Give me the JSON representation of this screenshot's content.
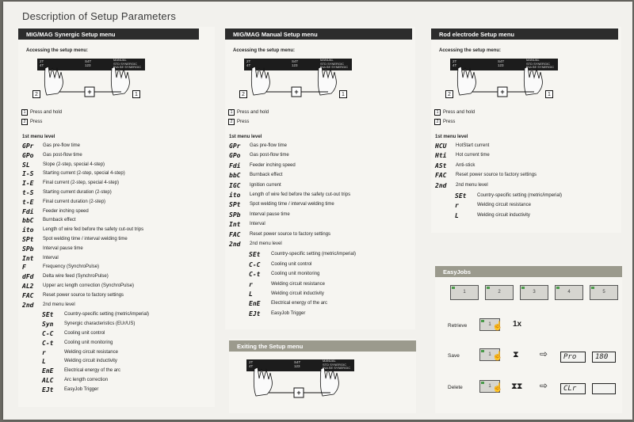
{
  "page_title": "Description of Setup Parameters",
  "panel1": {
    "header": "MIG/MAG Synergic Setup menu",
    "accessing": "Accessing the setup menu:",
    "steps": [
      {
        "num": "1",
        "text": "Press and hold"
      },
      {
        "num": "2",
        "text": "Press"
      }
    ],
    "level1": "1st menu level",
    "items": [
      {
        "code": "GPr",
        "text": "Gas pre-flow time"
      },
      {
        "code": "GPo",
        "text": "Gas post-flow time"
      },
      {
        "code": "SL",
        "text": "Slope (2-step, special 4-step)"
      },
      {
        "code": "I-S",
        "text": "Starting current (2-step, special 4-step)"
      },
      {
        "code": "I-E",
        "text": "Final current (2-step, special 4-step)"
      },
      {
        "code": "t-S",
        "text": "Starting current duration (2-step)"
      },
      {
        "code": "t-E",
        "text": "Final current duration (2-step)"
      },
      {
        "code": "Fdi",
        "text": "Feeder inching speed"
      },
      {
        "code": "bbC",
        "text": "Burnback effect"
      },
      {
        "code": "ito",
        "text": "Length of wire fed before the safety cut-out trips"
      },
      {
        "code": "SPt",
        "text": "Spot welding time / interval welding time"
      },
      {
        "code": "SPb",
        "text": "Interval pause time"
      },
      {
        "code": "Int",
        "text": "Interval"
      },
      {
        "code": "F",
        "text": "Frequency (SynchroPulse)"
      },
      {
        "code": "dFd",
        "text": "Delta wire feed (SynchroPulse)"
      },
      {
        "code": "AL2",
        "text": "Upper arc length correction (SynchroPulse)"
      },
      {
        "code": "FAC",
        "text": "Reset power source to factory settings"
      },
      {
        "code": "2nd",
        "text": "2nd menu level"
      }
    ],
    "sub_items": [
      {
        "code": "SEt",
        "text": "Country-specific setting (metric/imperial)"
      },
      {
        "code": "Syn",
        "text": "Synergic characteristics (EUr/US)"
      },
      {
        "code": "C-C",
        "text": "Cooling unit control"
      },
      {
        "code": "C-t",
        "text": "Cooling unit monitoring"
      },
      {
        "code": "r",
        "text": "Welding circuit resistance"
      },
      {
        "code": "L",
        "text": "Welding circuit inductivity"
      },
      {
        "code": "EnE",
        "text": "Electrical energy of the arc"
      },
      {
        "code": "ALC",
        "text": "Arc length correction"
      },
      {
        "code": "EJt",
        "text": "EasyJob Trigger"
      }
    ]
  },
  "panel2": {
    "header": "MIG/MAG Manual Setup menu",
    "accessing": "Accessing the setup menu:",
    "steps": [
      {
        "num": "1",
        "text": "Press and hold"
      },
      {
        "num": "2",
        "text": "Press"
      }
    ],
    "level1": "1st menu level",
    "items": [
      {
        "code": "GPr",
        "text": "Gas pre-flow time"
      },
      {
        "code": "GPo",
        "text": "Gas post-flow time"
      },
      {
        "code": "Fdi",
        "text": "Feeder inching speed"
      },
      {
        "code": "bbC",
        "text": "Burnback effect"
      },
      {
        "code": "IGC",
        "text": "Ignition current"
      },
      {
        "code": "ito",
        "text": "Length of wire fed before the safety cut-out trips"
      },
      {
        "code": "SPt",
        "text": "Spot welding time / interval welding time"
      },
      {
        "code": "SPb",
        "text": "Interval pause time"
      },
      {
        "code": "Int",
        "text": "Interval"
      },
      {
        "code": "FAC",
        "text": "Reset power source to factory settings"
      },
      {
        "code": "2nd",
        "text": "2nd menu level"
      }
    ],
    "sub_items": [
      {
        "code": "SEt",
        "text": "Country-specific setting (metric/imperial)"
      },
      {
        "code": "C-C",
        "text": "Cooling unit control"
      },
      {
        "code": "C-t",
        "text": "Cooling unit monitoring"
      },
      {
        "code": "r",
        "text": "Welding circuit resistance"
      },
      {
        "code": "L",
        "text": "Welding circuit inductivity"
      },
      {
        "code": "EnE",
        "text": "Electrical energy of the arc"
      },
      {
        "code": "EJt",
        "text": "EasyJob Trigger"
      }
    ]
  },
  "panel3": {
    "header": "Rod electrode Setup menu",
    "accessing": "Accessing the setup menu:",
    "steps": [
      {
        "num": "1",
        "text": "Press and hold"
      },
      {
        "num": "2",
        "text": "Press"
      }
    ],
    "level1": "1st menu level",
    "items": [
      {
        "code": "HCU",
        "text": "HotStart current"
      },
      {
        "code": "Hti",
        "text": "Hot current time"
      },
      {
        "code": "ASt",
        "text": "Anti-stick"
      },
      {
        "code": "FAC",
        "text": "Reset power source to factory settings"
      },
      {
        "code": "2nd",
        "text": "2nd menu level"
      }
    ],
    "sub_items": [
      {
        "code": "SEt",
        "text": "Country-specific setting (metric/imperial)"
      },
      {
        "code": "r",
        "text": "Welding circuit resistance"
      },
      {
        "code": "L",
        "text": "Welding circuit inductivity"
      }
    ]
  },
  "exit_panel": {
    "header": "Exiting the Setup menu"
  },
  "control_panel": {
    "left_labels": [
      "2T",
      "4T"
    ],
    "mid_labels": [
      "S4T",
      "123"
    ],
    "mode_labels": [
      "MANUAL",
      "STD SYNERGIC",
      "PULSE SYNERGIC"
    ],
    "plus": "+",
    "callouts": [
      "2",
      "1"
    ]
  },
  "easyjobs": {
    "header": "EasyJobs",
    "slots": [
      "1",
      "2",
      "3",
      "4",
      "5"
    ],
    "retrieve_label": "Retrieve",
    "retrieve_count": "1x",
    "save_label": "Save",
    "save_display_1": "Pro",
    "save_display_2": "180",
    "delete_label": "Delete",
    "delete_display": "CLr",
    "button_label": "1"
  }
}
